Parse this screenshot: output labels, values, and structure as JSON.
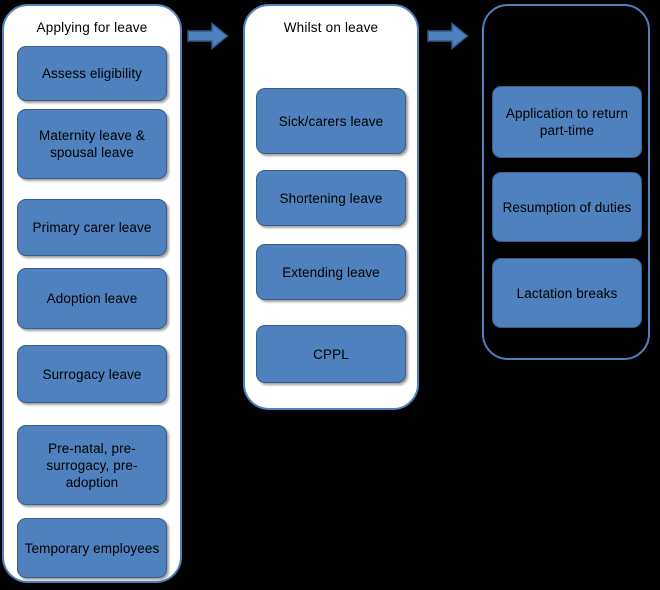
{
  "diagram": {
    "background_color": "#000000",
    "box_fill_color": "#4E81BD",
    "box_border_color": "#385D8A",
    "container_border_color": "#4F81BD",
    "container_fill_color": "#FFFFFF",
    "arrow_fill_color": "#4E81BD",
    "arrow_border_color": "#2E5C8A",
    "text_color": "#000000"
  },
  "columns": [
    {
      "id": "applying-for-leave",
      "title": "Applying for leave",
      "has_title": true,
      "background": "white",
      "items": [
        {
          "label": "Assess eligibility"
        },
        {
          "label": "Maternity leave & spousal leave"
        },
        {
          "label": "Primary carer leave"
        },
        {
          "label": "Adoption leave"
        },
        {
          "label": "Surrogacy leave"
        },
        {
          "label": "Pre-natal, pre-surrogacy, pre-adoption"
        },
        {
          "label": "Temporary employees"
        }
      ]
    },
    {
      "id": "whilst-on-leave",
      "title": "Whilst on leave",
      "has_title": true,
      "background": "white",
      "items": [
        {
          "label": "Sick/carers leave"
        },
        {
          "label": "Shortening leave"
        },
        {
          "label": "Extending leave"
        },
        {
          "label": "CPPL"
        }
      ]
    },
    {
      "id": "returning-from-leave",
      "title": "",
      "has_title": false,
      "background": "transparent",
      "items": [
        {
          "label": "Application to return part-time"
        },
        {
          "label": "Resumption of duties"
        },
        {
          "label": "Lactation breaks"
        }
      ]
    }
  ],
  "connectors": [
    {
      "id": "arrow-1",
      "name": "right-arrow-icon",
      "direction": "right",
      "from": "applying-for-leave",
      "to": "whilst-on-leave"
    },
    {
      "id": "arrow-2",
      "name": "right-arrow-icon",
      "direction": "right",
      "from": "whilst-on-leave",
      "to": "returning-from-leave"
    }
  ]
}
